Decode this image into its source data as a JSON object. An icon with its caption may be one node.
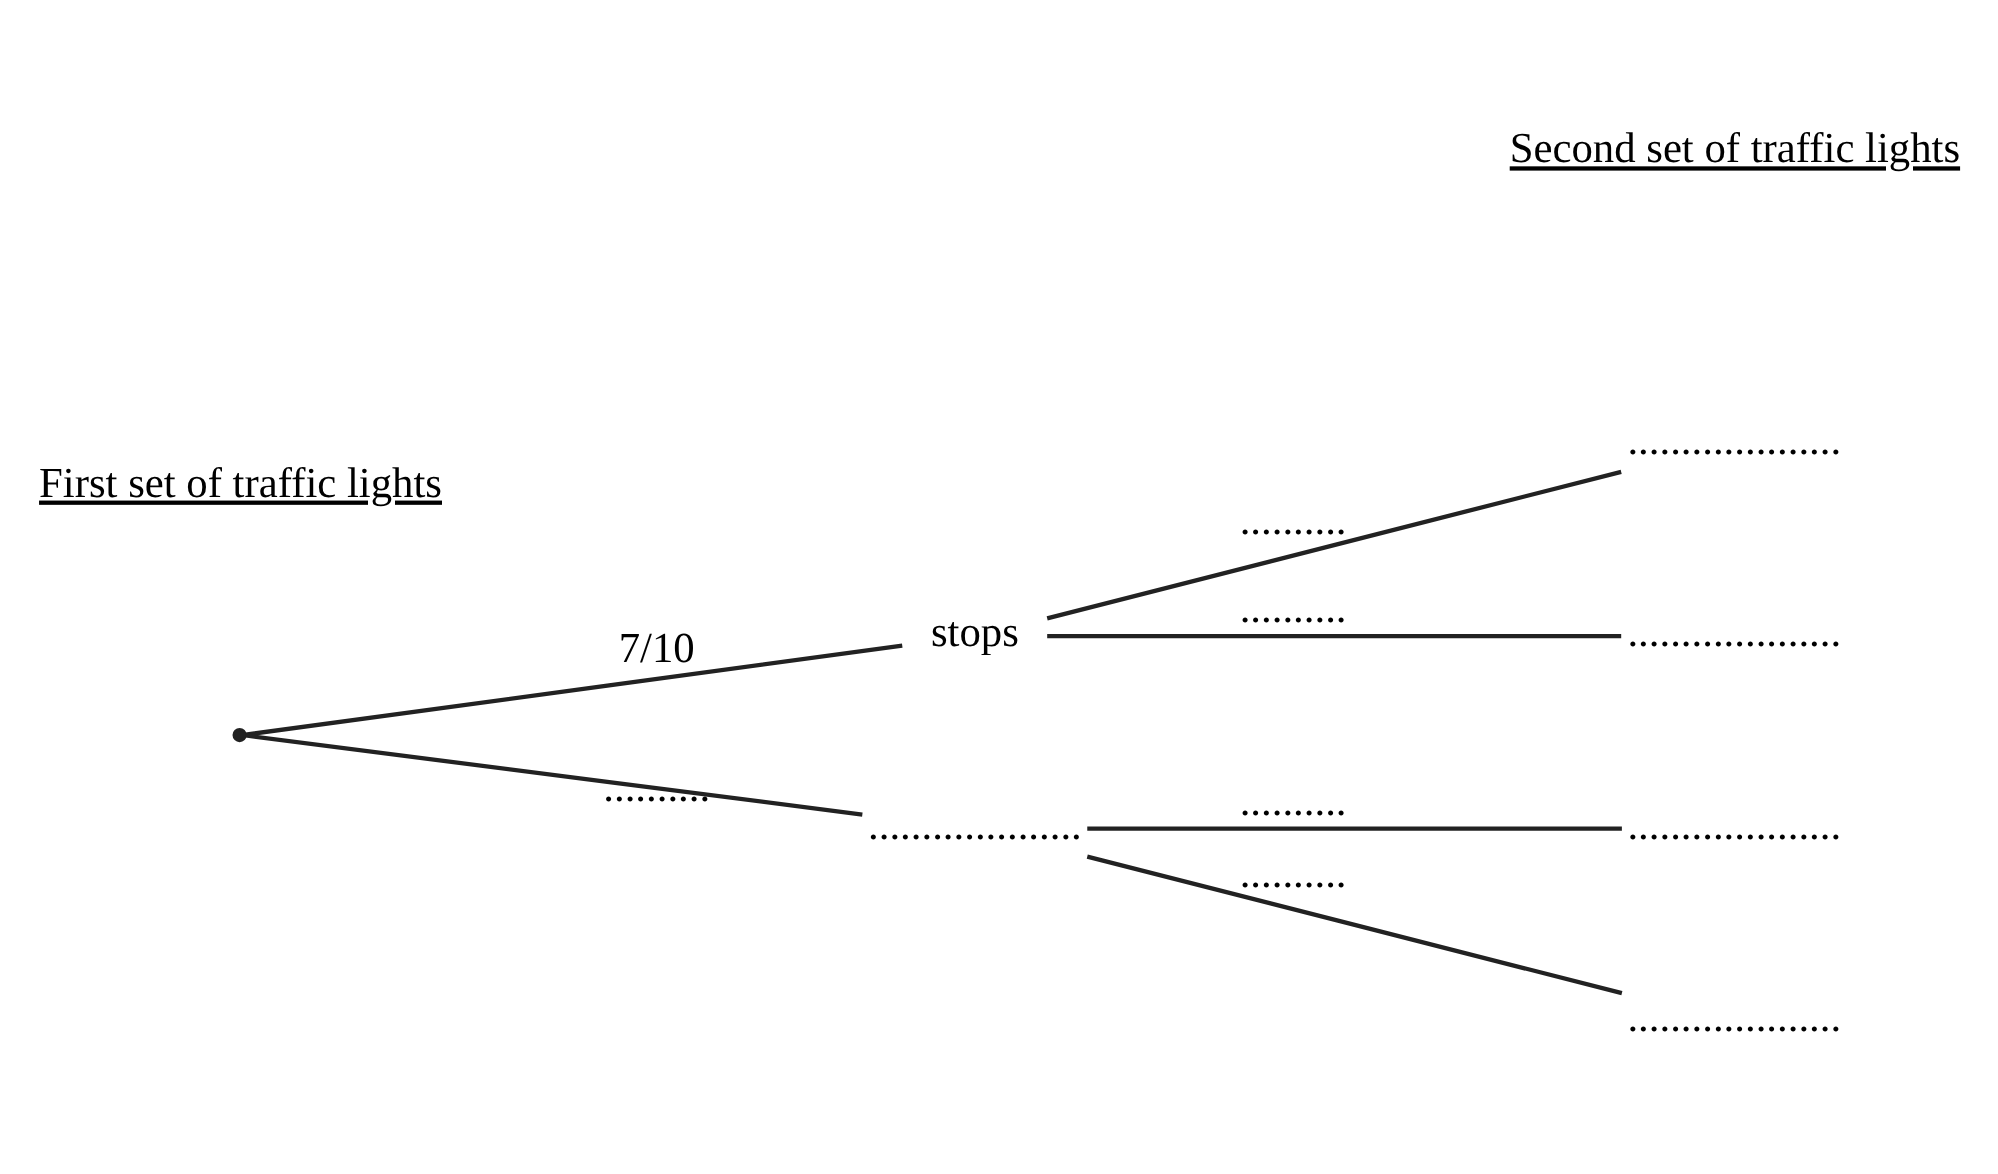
{
  "diagram": {
    "nodes": [
      {
        "text": [],
        "shape": "point"
      },
      {
        "text": [
          "stops"
        ]
      },
      {
        "text": [
          "...................."
        ]
      },
      {
        "text": [
          "...................."
        ]
      },
      {
        "text": [
          "...................."
        ]
      },
      {
        "text": [
          "...................."
        ]
      },
      {
        "text": [
          "...................."
        ]
      }
    ],
    "edges": [
      {
        "from": 0,
        "to": 1,
        "arrow": "none",
        "label": "7/10"
      },
      {
        "from": 0,
        "to": 2,
        "arrow": "none",
        "label": ".........."
      },
      {
        "from": 1,
        "to": 3,
        "arrow": "none",
        "label": ".........."
      },
      {
        "from": 1,
        "to": 4,
        "arrow": "none",
        "label": ".........."
      },
      {
        "from": 2,
        "to": 5,
        "arrow": "none",
        "label": ".........."
      },
      {
        "from": 2,
        "to": 6,
        "arrow": "none",
        "label": ".........."
      }
    ],
    "labels": [
      "First set of traffic lights",
      "Second set of traffic lights"
    ]
  }
}
